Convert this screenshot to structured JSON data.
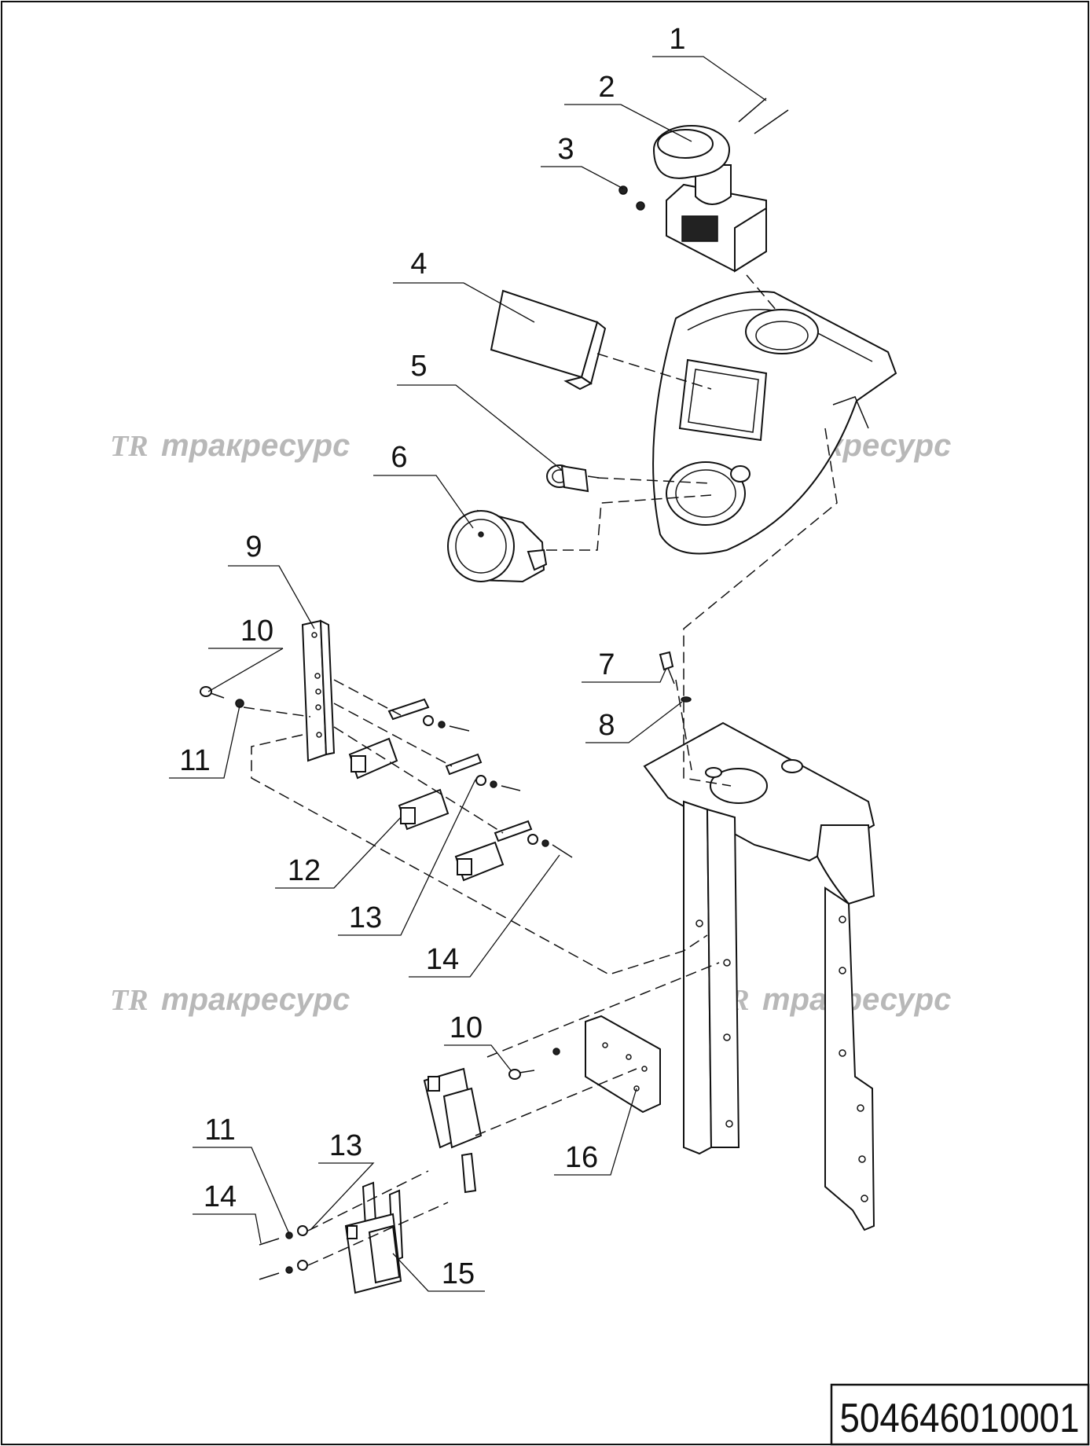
{
  "drawing": {
    "document_number": "504646010001",
    "watermark_text": "тракресурс",
    "watermark_logo": "TR"
  },
  "callouts": [
    {
      "id": "c1",
      "label": "1"
    },
    {
      "id": "c2",
      "label": "2"
    },
    {
      "id": "c3",
      "label": "3"
    },
    {
      "id": "c4",
      "label": "4"
    },
    {
      "id": "c5",
      "label": "5"
    },
    {
      "id": "c6",
      "label": "6"
    },
    {
      "id": "c7",
      "label": "7"
    },
    {
      "id": "c8",
      "label": "8"
    },
    {
      "id": "c9",
      "label": "9"
    },
    {
      "id": "c10a",
      "label": "10"
    },
    {
      "id": "c11a",
      "label": "11"
    },
    {
      "id": "c12",
      "label": "12"
    },
    {
      "id": "c13a",
      "label": "13"
    },
    {
      "id": "c14a",
      "label": "14"
    },
    {
      "id": "c10b",
      "label": "10"
    },
    {
      "id": "c11b",
      "label": "11"
    },
    {
      "id": "c13b",
      "label": "13"
    },
    {
      "id": "c14b",
      "label": "14"
    },
    {
      "id": "c15",
      "label": "15"
    },
    {
      "id": "c16",
      "label": "16"
    }
  ]
}
